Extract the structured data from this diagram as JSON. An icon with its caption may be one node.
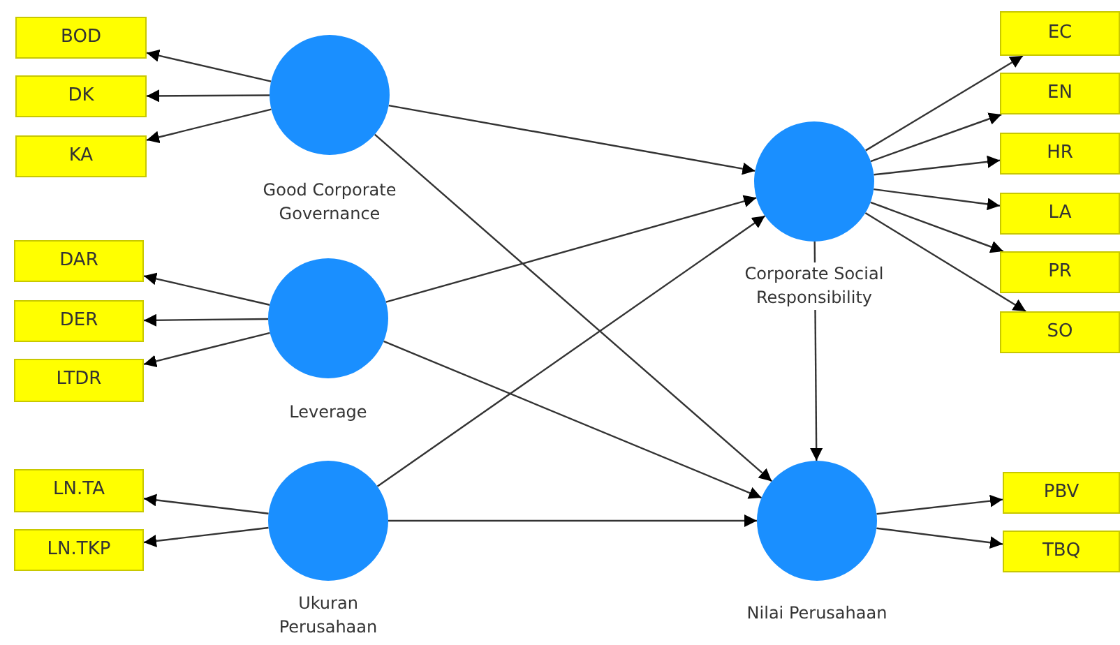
{
  "diagram": {
    "nodes": [
      {
        "text": [
          "BOD"
        ]
      },
      {
        "text": [
          "DK"
        ]
      },
      {
        "text": [
          "KA"
        ]
      },
      {
        "text": [
          "Good Corporate Governance"
        ]
      },
      {
        "text": [
          "DAR"
        ]
      },
      {
        "text": [
          "DER"
        ]
      },
      {
        "text": [
          "LTDR"
        ]
      },
      {
        "text": [
          "Leverage"
        ]
      },
      {
        "text": [
          "LN.TA"
        ]
      },
      {
        "text": [
          "LN.TKP"
        ]
      },
      {
        "text": [
          "Ukuran Perusahaan"
        ]
      },
      {
        "text": [
          "Corporate Social Responsibility"
        ]
      },
      {
        "text": [
          "EC"
        ]
      },
      {
        "text": [
          "EN"
        ]
      },
      {
        "text": [
          "HR"
        ]
      },
      {
        "text": [
          "LA"
        ]
      },
      {
        "text": [
          "PR"
        ]
      },
      {
        "text": [
          "SO"
        ]
      },
      {
        "text": [
          "Nilai Perusahaan"
        ]
      },
      {
        "text": [
          "PBV"
        ]
      },
      {
        "text": [
          "TBQ"
        ]
      }
    ],
    "edges": [
      {
        "from": 3,
        "to": 0,
        "arrow": "to"
      },
      {
        "from": 3,
        "to": 1,
        "arrow": "to"
      },
      {
        "from": 3,
        "to": 2,
        "arrow": "to"
      },
      {
        "from": 7,
        "to": 4,
        "arrow": "to"
      },
      {
        "from": 7,
        "to": 5,
        "arrow": "to"
      },
      {
        "from": 7,
        "to": 6,
        "arrow": "to"
      },
      {
        "from": 10,
        "to": 8,
        "arrow": "to"
      },
      {
        "from": 10,
        "to": 9,
        "arrow": "to"
      },
      {
        "from": 3,
        "to": 11,
        "arrow": "to"
      },
      {
        "from": 3,
        "to": 18,
        "arrow": "to"
      },
      {
        "from": 7,
        "to": 11,
        "arrow": "to"
      },
      {
        "from": 7,
        "to": 18,
        "arrow": "to"
      },
      {
        "from": 10,
        "to": 11,
        "arrow": "to"
      },
      {
        "from": 10,
        "to": 18,
        "arrow": "to"
      },
      {
        "from": 11,
        "to": 12,
        "arrow": "to"
      },
      {
        "from": 11,
        "to": 13,
        "arrow": "to"
      },
      {
        "from": 11,
        "to": 14,
        "arrow": "to"
      },
      {
        "from": 11,
        "to": 15,
        "arrow": "to"
      },
      {
        "from": 11,
        "to": 16,
        "arrow": "to"
      },
      {
        "from": 11,
        "to": 17,
        "arrow": "to"
      },
      {
        "from": 11,
        "to": 18,
        "arrow": "to"
      },
      {
        "from": 18,
        "to": 19,
        "arrow": "to"
      },
      {
        "from": 18,
        "to": 20,
        "arrow": "to"
      }
    ]
  }
}
